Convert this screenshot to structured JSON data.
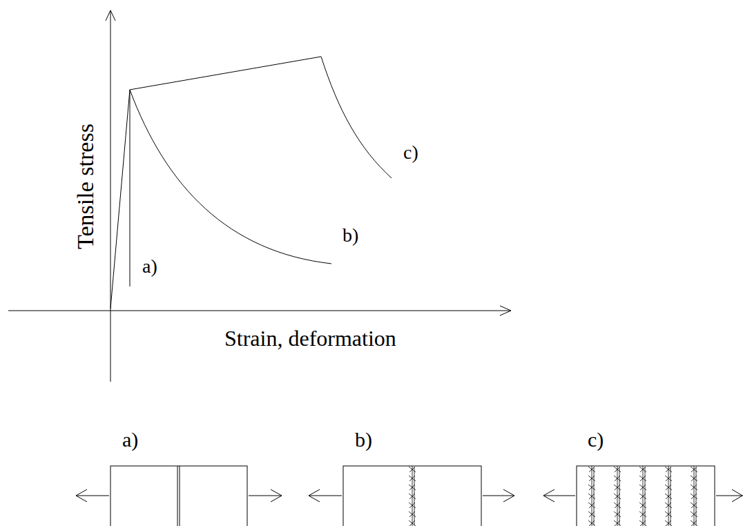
{
  "diagram": {
    "labels": [
      "Tensile stress",
      "Strain, deformation",
      "a)",
      "b)",
      "c)",
      "a)",
      "b)",
      "c)"
    ]
  }
}
